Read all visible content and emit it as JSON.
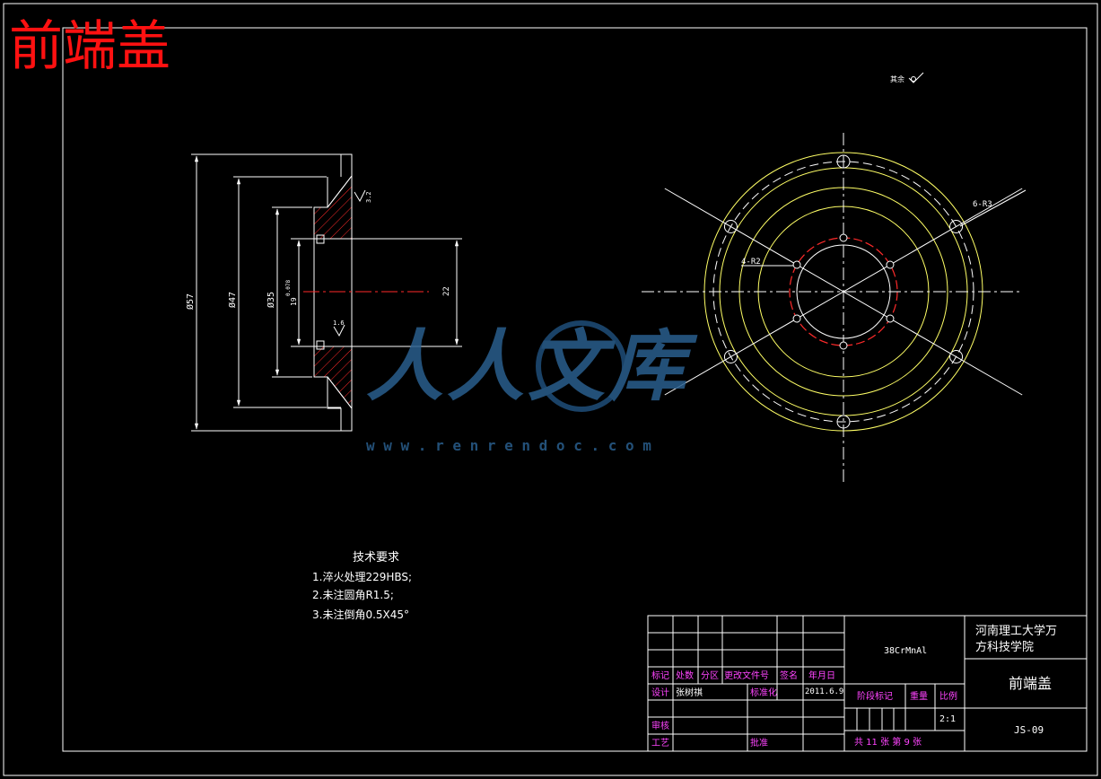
{
  "banner_title": "前端盖",
  "surface_symbol_text": "其余",
  "colors": {
    "background": "#000000",
    "frame": "#ffffff",
    "section_hatch": "#ff2a2a",
    "banner": "#ff1111",
    "yellow": "#ffff66",
    "magenta": "#ff44ff",
    "watermark": "#1f4e79"
  },
  "section_view": {
    "dim_d57": "Ø57",
    "dim_d47": "Ø47",
    "dim_d35": "Ø35",
    "dim_d19": "19",
    "dim_d19_tol": "0.078",
    "dim_22": "22",
    "roughness_top": "3.2",
    "roughness_bottom": "1.6"
  },
  "plan_view": {
    "label_holes_outer": "6-R3",
    "label_holes_inner": "4-R2"
  },
  "watermark": {
    "text": "人人文库",
    "url": "w w w . r e n r e n d o c . c o m"
  },
  "tech_requirements": {
    "heading": "技术要求",
    "items": [
      "1.淬火处理229HBS;",
      "2.未注圆角R1.5;",
      "3.未注倒角0.5X45°"
    ]
  },
  "title_block": {
    "material": "38CrMnAl",
    "school": [
      "河南理工大学万",
      "方科技学院"
    ],
    "part_name": "前端盖",
    "drawing_no": "JS-09",
    "header_labels": [
      "标记",
      "处数",
      "分区",
      "更改文件号",
      "签名",
      "年月日"
    ],
    "design_label": "设计",
    "designer": "张树祺",
    "standard_label": "标准化",
    "design_date": "2011.6.9",
    "review_label": "审核",
    "process_label": "工艺",
    "approve_label": "批准",
    "stage_label": "阶段标记",
    "weight_label": "重量",
    "scale_label": "比例",
    "scale_value": "2:1",
    "sheet_info": "共 11  张 第 9 张"
  }
}
